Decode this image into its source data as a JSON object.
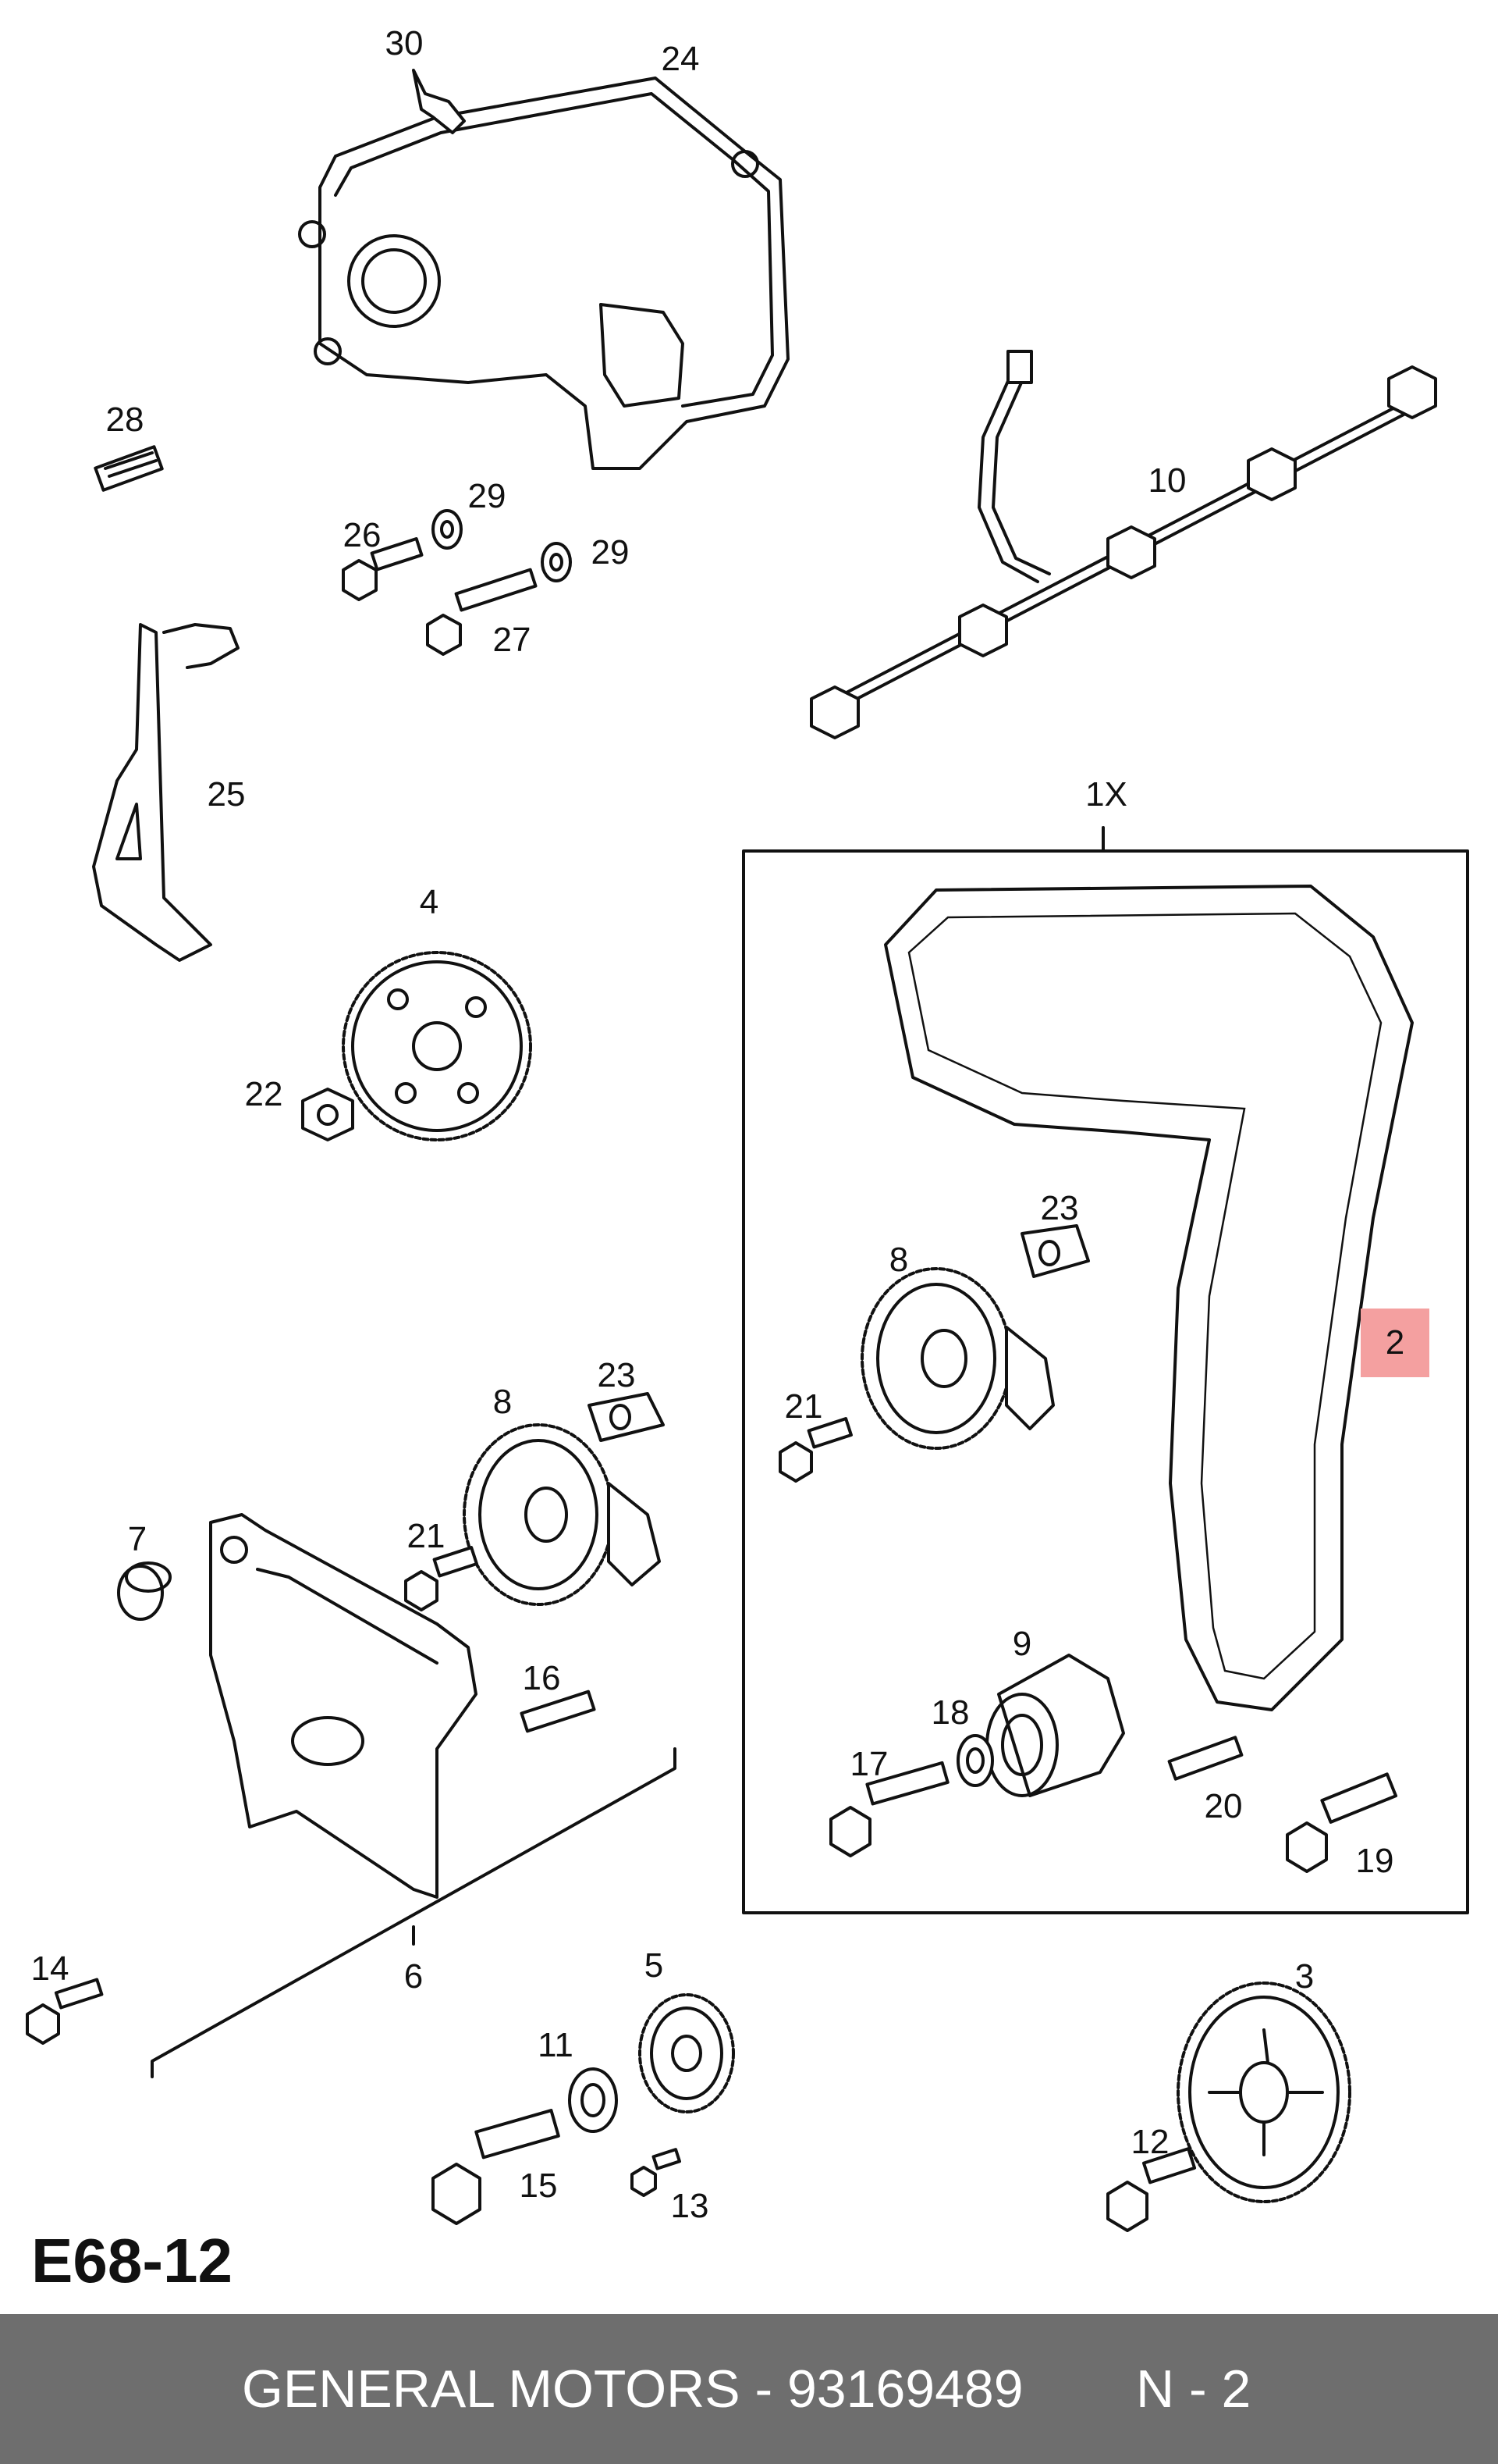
{
  "diagram_code": "E68-12",
  "footer": {
    "brand_part": "GENERAL MOTORS - 93169489",
    "position": "N - 2"
  },
  "colors": {
    "highlight": "#f4a0a0",
    "footer_bg": "#6e6e6e",
    "footer_text": "#ffffff"
  },
  "callouts": {
    "c30": "30",
    "c24": "24",
    "c28": "28",
    "c29a": "29",
    "c29b": "29",
    "c26": "26",
    "c27": "27",
    "c10": "10",
    "c25": "25",
    "c1x": "1X",
    "c4": "4",
    "c22": "22",
    "c23a": "23",
    "c8a": "8",
    "c2": "2",
    "c21a": "21",
    "c23b": "23",
    "c8b": "8",
    "c7": "7",
    "c21b": "21",
    "c16": "16",
    "c9": "9",
    "c18": "18",
    "c17": "17",
    "c20": "20",
    "c19": "19",
    "c14": "14",
    "c6": "6",
    "c5": "5",
    "c3": "3",
    "c11": "11",
    "c12": "12",
    "c15": "15",
    "c13": "13"
  }
}
